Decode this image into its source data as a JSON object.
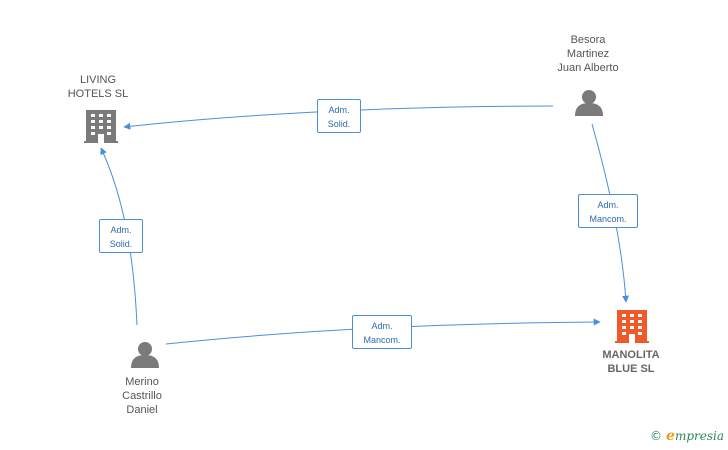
{
  "nodes": {
    "living": {
      "label": "LIVING\nHOTELS SL",
      "kind": "company"
    },
    "besora": {
      "label": "Besora\nMartinez\nJuan Alberto",
      "kind": "person"
    },
    "merino": {
      "label": "Merino\nCastrillo\nDaniel",
      "kind": "person"
    },
    "manolita": {
      "label": "MANOLITA\nBLUE SL",
      "kind": "company-main"
    }
  },
  "edges": [
    {
      "from": "besora",
      "to": "living",
      "label": "Adm.\nSolid."
    },
    {
      "from": "merino",
      "to": "living",
      "label": "Adm.\nSolid."
    },
    {
      "from": "besora",
      "to": "manolita",
      "label": "Adm.\nMancom."
    },
    {
      "from": "merino",
      "to": "manolita",
      "label": "Adm.\nMancom."
    }
  ],
  "colors": {
    "edge": "#4a90d9",
    "company_icon": "#7a7a7a",
    "main_company_icon": "#f05a28",
    "person_icon": "#7a7a7a"
  },
  "icons": {
    "company": "building-icon",
    "person": "person-icon"
  },
  "brand": {
    "copyright": "©",
    "e": "e",
    "name": "mpresia"
  }
}
